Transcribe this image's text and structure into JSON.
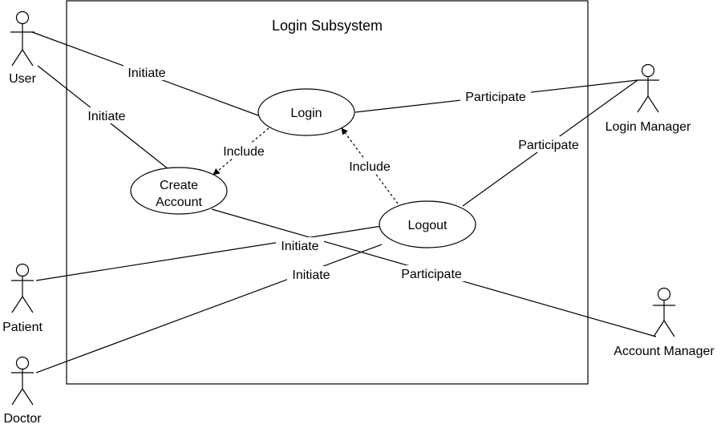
{
  "system": {
    "title": "Login Subsystem"
  },
  "actors": {
    "user": "User",
    "login_manager": "Login Manager",
    "patient": "Patient",
    "doctor": "Doctor",
    "account_manager": "Account Manager"
  },
  "use_cases": {
    "login": "Login",
    "create_account_line1": "Create",
    "create_account_line2": "Account",
    "logout": "Logout"
  },
  "associations": {
    "user_login": "Initiate",
    "user_create": "Initiate",
    "login_manager_login": "Participate",
    "login_manager_logout": "Participate",
    "patient_logout": "Initiate",
    "doctor_logout": "Initiate",
    "account_manager_create": "Participate"
  },
  "includes": {
    "login_create": "Include",
    "logout_login": "Include"
  }
}
